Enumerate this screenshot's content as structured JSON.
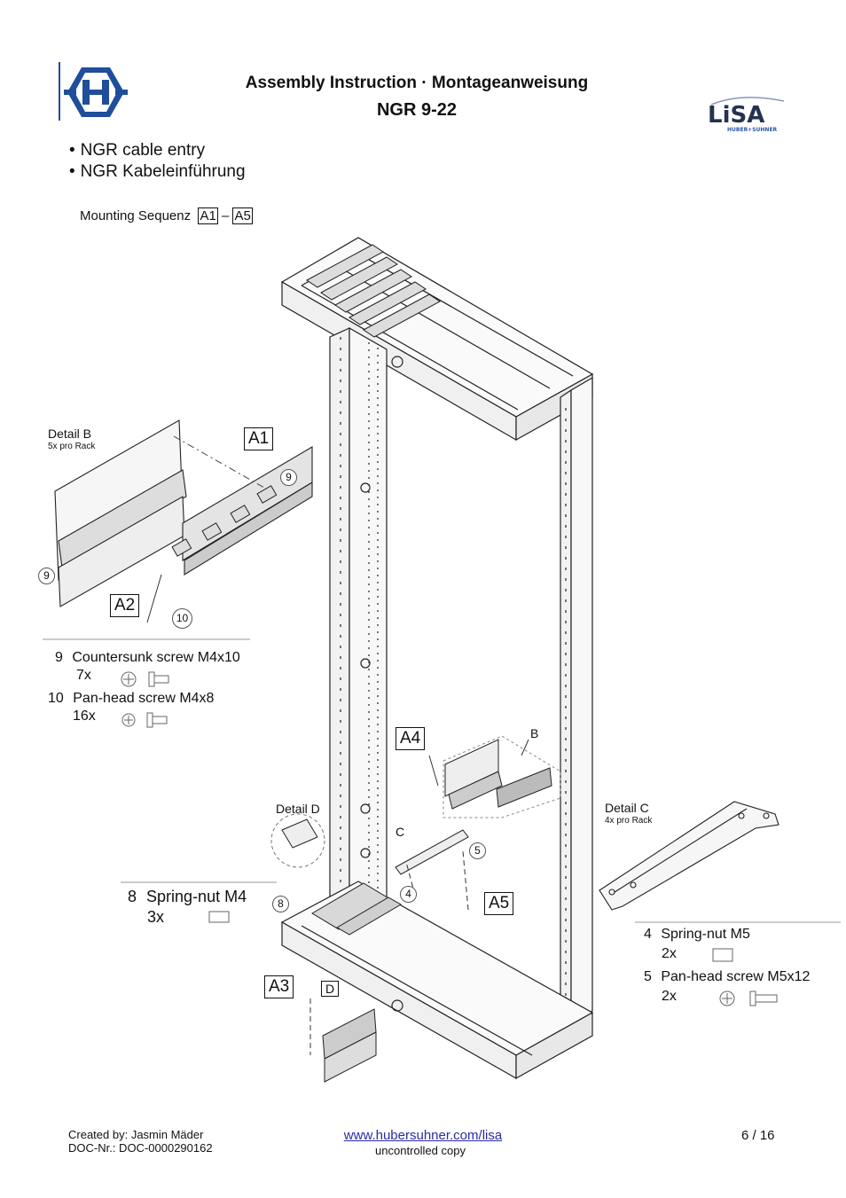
{
  "header": {
    "title": "Assembly Instruction  ·  Montageanweisung",
    "subtitle": "NGR 9-22",
    "brand_logo_text": "LiSA",
    "brand_sub": "HUBER+SUHNER"
  },
  "bullets": [
    "NGR cable entry",
    "NGR Kabeleinführung"
  ],
  "sequence": {
    "text": "Mounting Sequenz",
    "from": "A1",
    "sep": "–",
    "to": "A5"
  },
  "details": {
    "b_title": "Detail B",
    "b_sub": "5x pro Rack",
    "c_title": "Detail C",
    "c_sub": "4x pro Rack",
    "d_title": "Detail D"
  },
  "callouts": {
    "a1": "A1",
    "a2": "A2",
    "a3": "A3",
    "a4": "A4",
    "a5": "A5",
    "b": "B",
    "c": "C",
    "d": "D",
    "n9a": "9",
    "n9b": "9",
    "n10": "10",
    "n8": "8",
    "n4": "4",
    "n5": "5"
  },
  "legend_left": [
    {
      "num": "9",
      "label": "Countersunk screw M4x10",
      "qty": "7x"
    },
    {
      "num": "10",
      "label": "Pan-head screw M4x8",
      "qty": "16x"
    },
    {
      "num": "8",
      "label": "Spring-nut M4",
      "qty": "3x"
    }
  ],
  "legend_right": [
    {
      "num": "4",
      "label": "Spring-nut M5",
      "qty": "2x"
    },
    {
      "num": "5",
      "label": "Pan-head screw M5x12",
      "qty": "2x"
    }
  ],
  "footer": {
    "created": "Created by: Jasmin Mäder",
    "doc": "DOC-Nr.: DOC-0000290162",
    "url": "www.hubersuhner.com/lisa",
    "uncontrolled": "uncontrolled copy",
    "page": "6 / 16"
  },
  "colors": {
    "logo_blue": "#1f4e9c",
    "link": "#2a2aa8",
    "line": "#222222"
  }
}
